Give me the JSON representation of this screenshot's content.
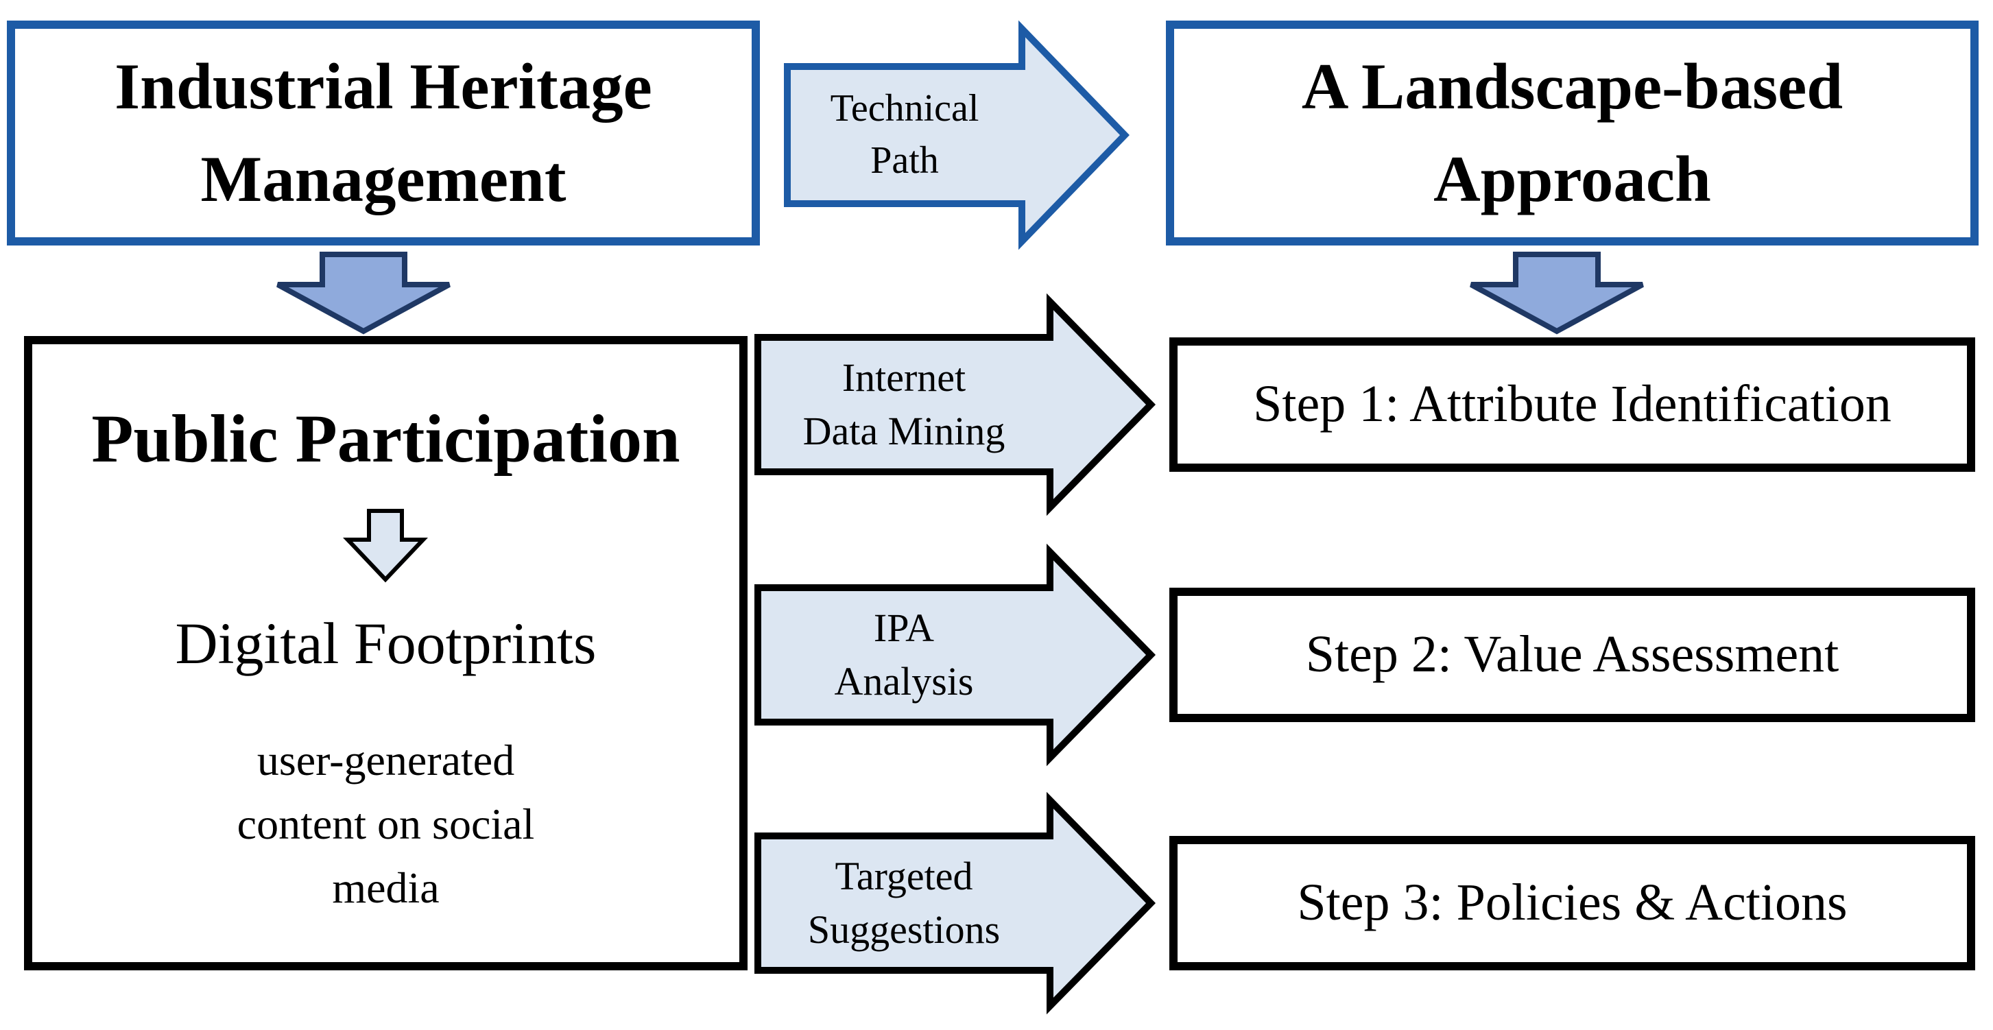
{
  "palette": {
    "blue": "#1d5ba6",
    "light-fill": "#dce6f2",
    "mid-fill": "#8faadc",
    "navy": "#1f3864",
    "ink": "#000000"
  },
  "top_row": {
    "left_box": "Industrial Heritage\nManagement",
    "arrow_label": "Technical\nPath",
    "right_box": "A Landscape-based\nApproach"
  },
  "left_panel": {
    "title": "Public Participation",
    "subtitle": "Digital Footprints",
    "description": "user-generated\ncontent on social\nmedia"
  },
  "process_arrows": [
    {
      "label": "Internet\nData Mining"
    },
    {
      "label": "IPA\nAnalysis"
    },
    {
      "label": "Targeted\nSuggestions"
    }
  ],
  "steps": [
    {
      "label": "Step 1: Attribute Identification"
    },
    {
      "label": "Step 2: Value Assessment"
    },
    {
      "label": "Step 3: Policies & Actions"
    }
  ]
}
